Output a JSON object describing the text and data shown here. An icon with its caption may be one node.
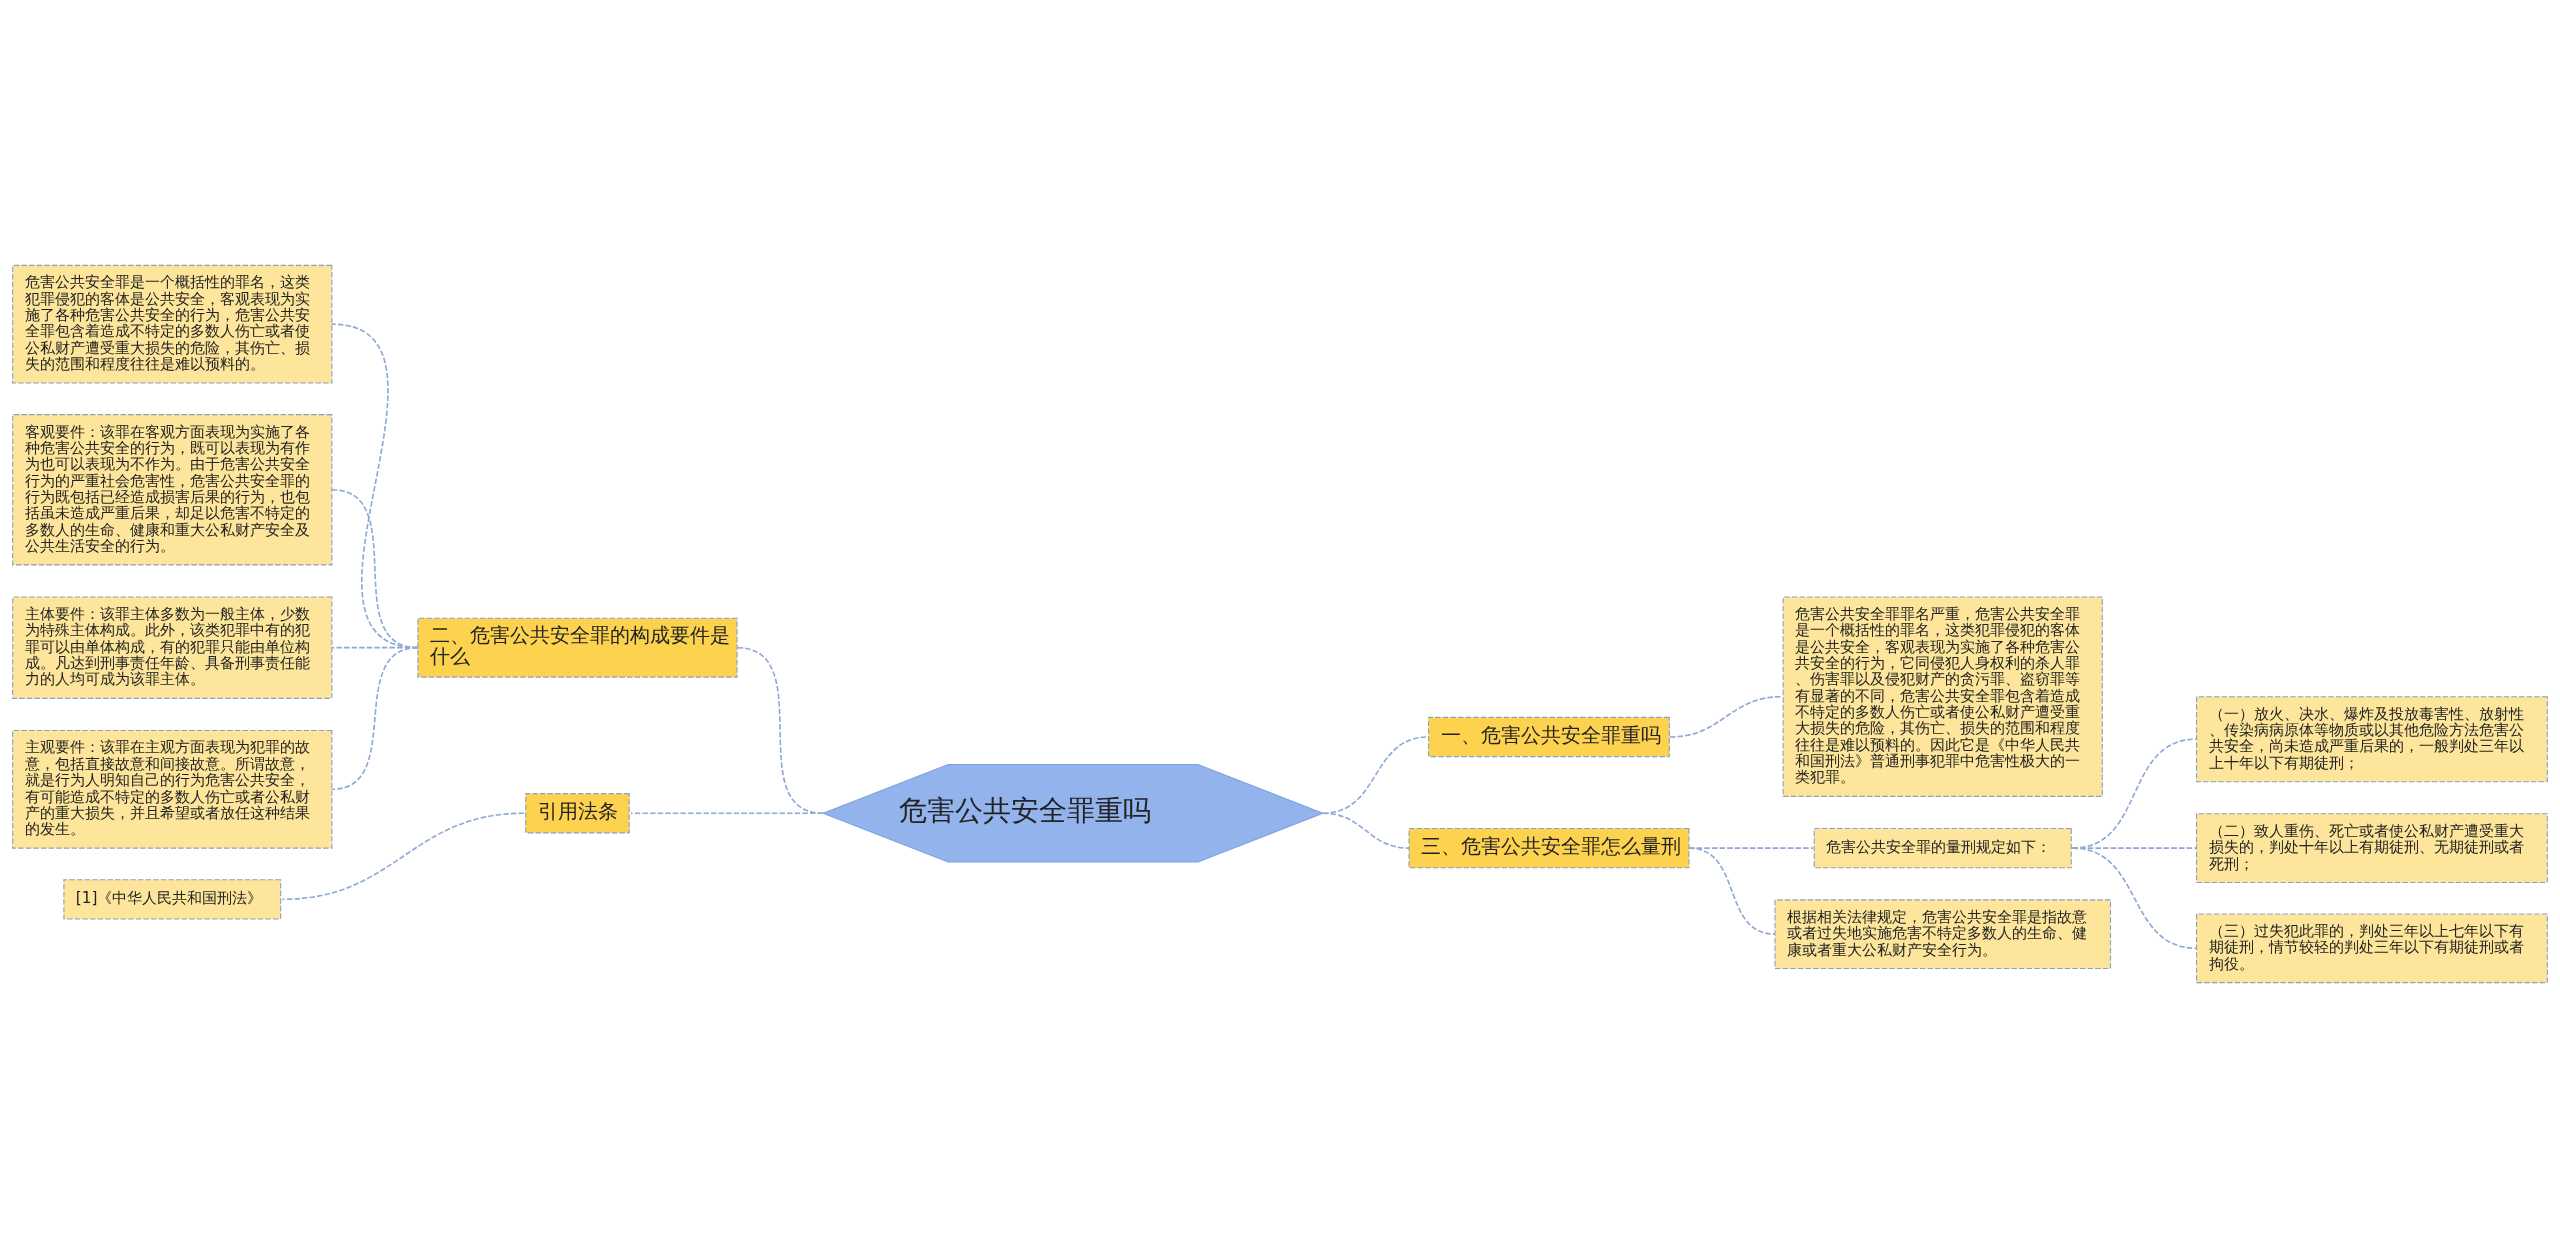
{
  "diagram": {
    "nodes": [
      {
        "text": [
          "危害公共安全罪重吗"
        ]
      },
      {
        "text": [
          "一、危害公共安全罪重吗"
        ]
      },
      {
        "text": [
          "危害公共安全罪罪名严重，危害公共安全罪是一个概括性的罪名，这类犯罪侵犯的客体是公共安全，客观表现为实施了各种危害公共安全的行为，它同侵犯人身权利的杀人罪、伤害罪以及侵犯财产的贪污罪、盗窃罪等有显著的不同，危害公共安全罪包含着造成不特定的多数人伤亡或者使公私财产遭受重大损失的危险，其伤亡、损失的范围和程度往往是难以预料的。因此它是《中华人民共和国刑法》普通刑事犯罪中危害性极大的一类犯罪。"
        ]
      },
      {
        "text": [
          "二、危害公共安全罪的构成要件是什么"
        ]
      },
      {
        "text": [
          "危害公共安全罪是一个概括性的罪名，这类犯罪侵犯的客体是公共安全，客观表现为实施了各种危害公共安全的行为，危害公共安全罪包含着造成不特定的多数人伤亡或者使公私财产遭受重大损失的危险，其伤亡、损失的范围和程度往往是难以预料的。"
        ]
      },
      {
        "text": [
          "客观要件：该罪在客观方面表现为实施了各种危害公共安全的行为，既可以表现为有作为也可以表现为不作为。由于危害公共安全行为的严重社会危害性，危害公共安全罪的行为既包括已经造成损害后果的行为，也包括虽未造成严重后果，却足以危害不特定的多数人的生命、健康和重大公私财产安全及公共生活安全的行为。"
        ]
      },
      {
        "text": [
          "主体要件：该罪主体多数为一般主体，少数为特殊主体构成。此外，该类犯罪中有的犯罪可以由单体构成，有的犯罪只能由单位构成。凡达到刑事责任年龄、具备刑事责任能力的人均可成为该罪主体。"
        ]
      },
      {
        "text": [
          "主观要件：该罪在主观方面表现为犯罪的故意，包括直接故意和间接故意。所谓故意，就是行为人明知自己的行为危害公共安全，有可能造成不特定的多数人伤亡或者公私财产的重大损失，并且希望或者放任这种结果的发生。"
        ]
      },
      {
        "text": [
          "三、危害公共安全罪怎么量刑"
        ]
      },
      {
        "text": [
          "危害公共安全罪的量刑规定如下："
        ]
      },
      {
        "text": [
          "（一）放火、决水、爆炸及投放毒害性、放射性、传染病病原体等物质或以其他危险方法危害公共安全，尚未造成严重后果的，一般判处三年以上十年以下有期徒刑；"
        ]
      },
      {
        "text": [
          "（二）致人重伤、死亡或者使公私财产遭受重大损失的，判处十年以上有期徒刑、无期徒刑或者死刑；"
        ]
      },
      {
        "text": [
          "（三）过失犯此罪的，判处三年以上七年以下有期徒刑，情节较轻的判处三年以下有期徒刑或者拘役。"
        ]
      },
      {
        "text": [
          "根据相关法律规定，危害公共安全罪是指故意或者过失地实施危害不特定多数人的生命、健康或者重大公私财产安全行为。"
        ]
      },
      {
        "text": [
          "引用法条"
        ]
      },
      {
        "text": [
          "[1]《中华人民共和国刑法》"
        ]
      }
    ],
    "edges": [
      {
        "from": 0,
        "to": 1,
        "arrow": "none",
        "style": "dashed"
      },
      {
        "from": 1,
        "to": 2,
        "arrow": "none",
        "style": "dashed"
      },
      {
        "from": 0,
        "to": 3,
        "arrow": "none",
        "style": "dashed"
      },
      {
        "from": 3,
        "to": 4,
        "arrow": "none",
        "style": "dashed"
      },
      {
        "from": 3,
        "to": 5,
        "arrow": "none",
        "style": "dashed"
      },
      {
        "from": 3,
        "to": 6,
        "arrow": "none",
        "style": "dashed"
      },
      {
        "from": 3,
        "to": 7,
        "arrow": "none",
        "style": "dashed"
      },
      {
        "from": 0,
        "to": 8,
        "arrow": "none",
        "style": "dashed"
      },
      {
        "from": 8,
        "to": 9,
        "arrow": "none",
        "style": "dashed"
      },
      {
        "from": 9,
        "to": 10,
        "arrow": "none",
        "style": "dashed"
      },
      {
        "from": 9,
        "to": 11,
        "arrow": "none",
        "style": "dashed"
      },
      {
        "from": 9,
        "to": 12,
        "arrow": "none",
        "style": "dashed"
      },
      {
        "from": 8,
        "to": 13,
        "arrow": "none",
        "style": "dashed"
      },
      {
        "from": 0,
        "to": 14,
        "arrow": "none",
        "style": "dashed"
      },
      {
        "from": 14,
        "to": 15,
        "arrow": "none",
        "style": "dashed"
      }
    ]
  }
}
